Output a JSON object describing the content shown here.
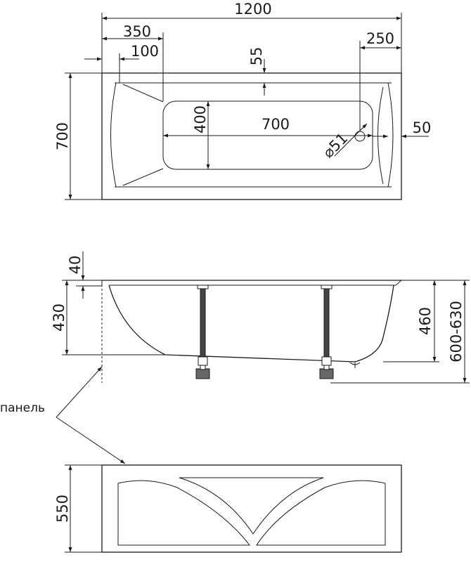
{
  "top_view": {
    "overall_length": "1200",
    "offset_350": "350",
    "offset_100": "100",
    "rim_55": "55",
    "drain_offset": "250",
    "bowl_length": "700",
    "bowl_width": "400",
    "overall_width": "700",
    "end_50": "50",
    "drain_diameter": "⌀51"
  },
  "side_view": {
    "rim_thickness": "40",
    "depth_430": "430",
    "depth_460": "460",
    "height_range": "600-630"
  },
  "panel_view": {
    "label": "панель",
    "height": "550"
  }
}
